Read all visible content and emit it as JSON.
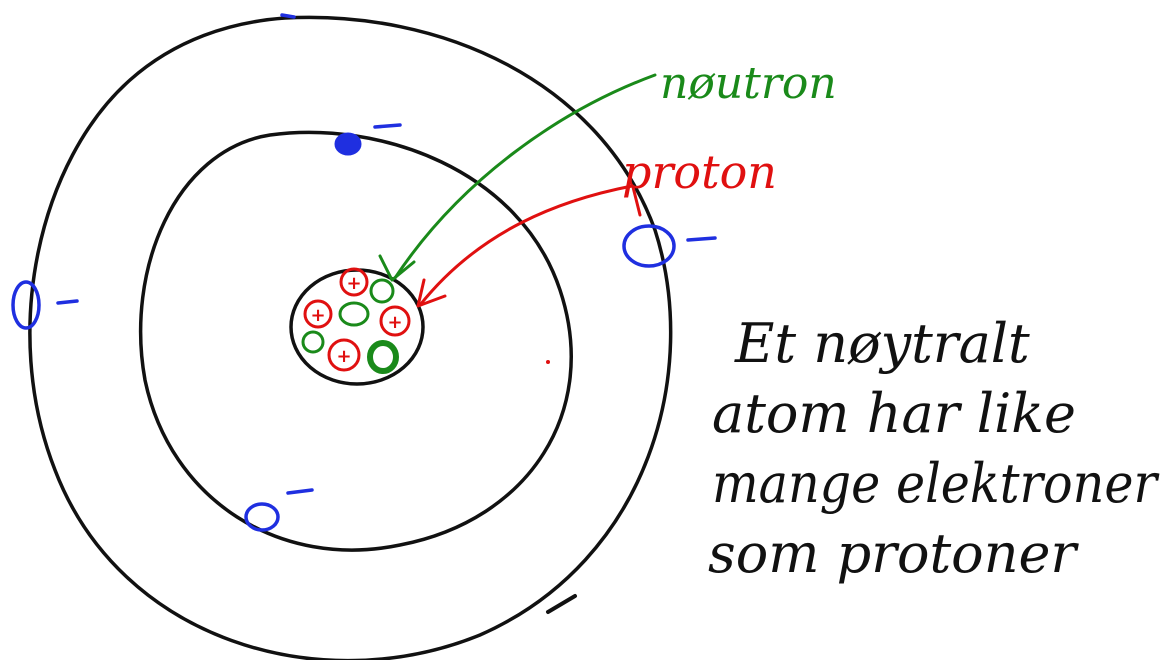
{
  "labels": {
    "neutron": "nøutron",
    "proton": "proton"
  },
  "note": {
    "lines": [
      "Et nøytralt",
      "atom har like",
      "mange elektroner",
      "som protoner"
    ]
  },
  "signs": {
    "electron": "–",
    "proton": "+"
  },
  "colors": {
    "electron": "#1f2fe0",
    "neutron": "#1a8a1a",
    "proton": "#e01010",
    "ink": "#111111"
  }
}
